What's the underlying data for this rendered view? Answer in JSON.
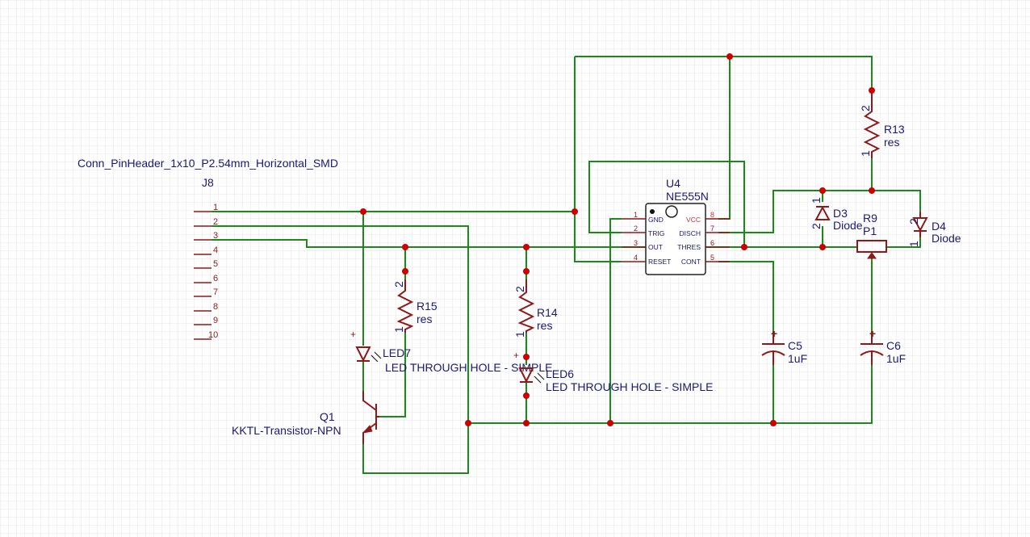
{
  "connector": {
    "footprint": "Conn_PinHeader_1x10_P2.54mm_Horizontal_SMD",
    "ref": "J8",
    "pins": [
      "1",
      "2",
      "3",
      "4",
      "5",
      "6",
      "7",
      "8",
      "9",
      "10"
    ]
  },
  "ic": {
    "ref": "U4",
    "value": "NE555N",
    "left_pins": [
      {
        "num": "1",
        "name": "GND"
      },
      {
        "num": "2",
        "name": "TRIG"
      },
      {
        "num": "3",
        "name": "OUT"
      },
      {
        "num": "4",
        "name": "RESET"
      }
    ],
    "right_pins": [
      {
        "num": "8",
        "name": "VCC"
      },
      {
        "num": "7",
        "name": "DISCH"
      },
      {
        "num": "6",
        "name": "THRES"
      },
      {
        "num": "5",
        "name": "CONT"
      }
    ]
  },
  "resistors": {
    "r13": {
      "ref": "R13",
      "value": "res",
      "pin_top": "2",
      "pin_bottom": "1"
    },
    "r14": {
      "ref": "R14",
      "value": "res",
      "pin_top": "2",
      "pin_bottom": "1"
    },
    "r15": {
      "ref": "R15",
      "value": "res",
      "pin_top": "2",
      "pin_bottom": "1"
    }
  },
  "diodes": {
    "d3": {
      "ref": "D3",
      "value": "Diode",
      "pin_top": "1",
      "pin_bottom": "2"
    },
    "d4": {
      "ref": "D4",
      "value": "Diode",
      "pin_top": "2",
      "pin_bottom": "1"
    }
  },
  "pot": {
    "ref": "R9",
    "value": "P1"
  },
  "capacitors": {
    "c5": {
      "ref": "C5",
      "value": "1uF",
      "plus": "+"
    },
    "c6": {
      "ref": "C6",
      "value": "1uF",
      "plus": "+"
    }
  },
  "leds": {
    "led7": {
      "ref": "LED7",
      "value": "LED THROUGH HOLE - SIMPLE",
      "plus": "+"
    },
    "led6": {
      "ref": "LED6",
      "value": "LED THROUGH HOLE - SIMPLE",
      "plus": "+"
    }
  },
  "transistor": {
    "ref": "Q1",
    "value": "KKTL-Transistor-NPN"
  },
  "colors": {
    "background": "#ffffff",
    "grid": "#e3e3e3",
    "wire": "#1a8a1a",
    "component": "#8b1a1a",
    "junction": "#cc0000",
    "label": "#1a1a6e"
  }
}
